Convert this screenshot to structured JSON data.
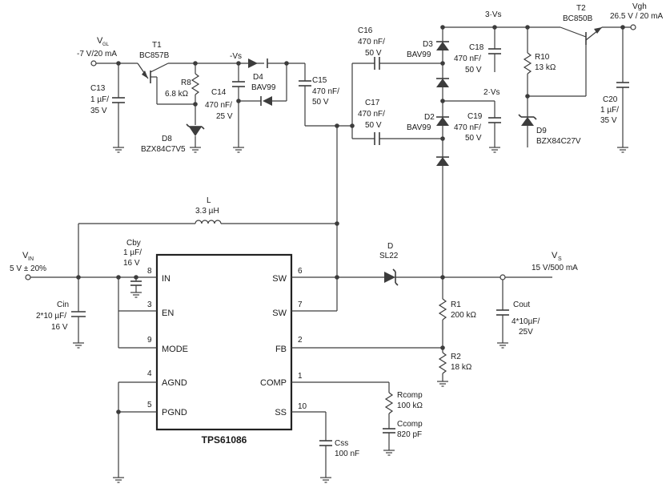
{
  "diagram": {
    "ic": {
      "name": "TPS61086",
      "pins_left": [
        {
          "num": "8",
          "label": "IN"
        },
        {
          "num": "3",
          "label": "EN"
        },
        {
          "num": "9",
          "label": "MODE"
        },
        {
          "num": "4",
          "label": "AGND"
        },
        {
          "num": "5",
          "label": "PGND"
        }
      ],
      "pins_right": [
        {
          "num": "6",
          "label": "SW"
        },
        {
          "num": "7",
          "label": "SW"
        },
        {
          "num": "2",
          "label": "FB"
        },
        {
          "num": "1",
          "label": "COMP"
        },
        {
          "num": "10",
          "label": "SS"
        }
      ]
    },
    "labels": {
      "vin_main": "V",
      "vin_sub": "IN",
      "vin_value": "5 V ± 20%",
      "cin_name": "Cin",
      "cin_val1": "2*10 µF/",
      "cin_val2": "16 V",
      "cby_name": "Cby",
      "cby_val1": "1 µF/",
      "cby_val2": "16 V",
      "l_name": "L",
      "l_val": "3.3 µH",
      "d_name": "D",
      "d_val": "SL22",
      "vs_main": "V",
      "vs_sub": "S",
      "vs_value": "15 V/500 mA",
      "cout_name": "Cout",
      "cout_val1": "4*10µF/",
      "cout_val2": "25V",
      "r1_name": "R1",
      "r1_val": "200 kΩ",
      "r2_name": "R2",
      "r2_val": "18 kΩ",
      "rcomp_name": "Rcomp",
      "rcomp_val": "100 kΩ",
      "ccomp_name": "Ccomp",
      "ccomp_val": "820 pF",
      "css_name": "Css",
      "css_val": "100 nF",
      "vgl_main": "V",
      "vgl_sub": "GL",
      "vgl_value": "-7 V/20 mA",
      "c13_name": "C13",
      "c13_val1": "1 µF/",
      "c13_val2": "35 V",
      "t1_name": "T1",
      "t1_part": "BC857B",
      "r8_name": "R8",
      "r8_val": "6.8 kΩ",
      "d8_name": "D8",
      "d8_part": "BZX84C7V5",
      "neg_vs": "-Vs",
      "c14_name": "C14",
      "c14_val1": "470 nF/",
      "c14_val2": "25 V",
      "d4_name": "D4",
      "d4_part": "BAV99",
      "c15_name": "C15",
      "c15_val1": "470 nF/",
      "c15_val2": "50 V",
      "c16_name": "C16",
      "c16_val1": "470 nF/",
      "c16_val2": "50 V",
      "c17_name": "C17",
      "c17_val1": "470 nF/",
      "c17_val2": "50 V",
      "d3_name": "D3",
      "d3_part": "BAV99",
      "d2_name": "D2",
      "d2_part": "BAV99",
      "three_vs": "3·Vs",
      "two_vs": "2·Vs",
      "c18_name": "C18",
      "c18_val1": "470 nF/",
      "c18_val2": "50 V",
      "c19_name": "C19",
      "c19_val1": "470 nF/",
      "c19_val2": "50 V",
      "r10_name": "R10",
      "r10_val": "13 kΩ",
      "d9_name": "D9",
      "d9_part": "BZX84C27V",
      "t2_name": "T2",
      "t2_part": "BC850B",
      "vgh_name": "Vgh",
      "vgh_value": "26.5 V / 20 mA",
      "c20_name": "C20",
      "c20_val1": "1 µF/",
      "c20_val2": "35 V"
    }
  }
}
